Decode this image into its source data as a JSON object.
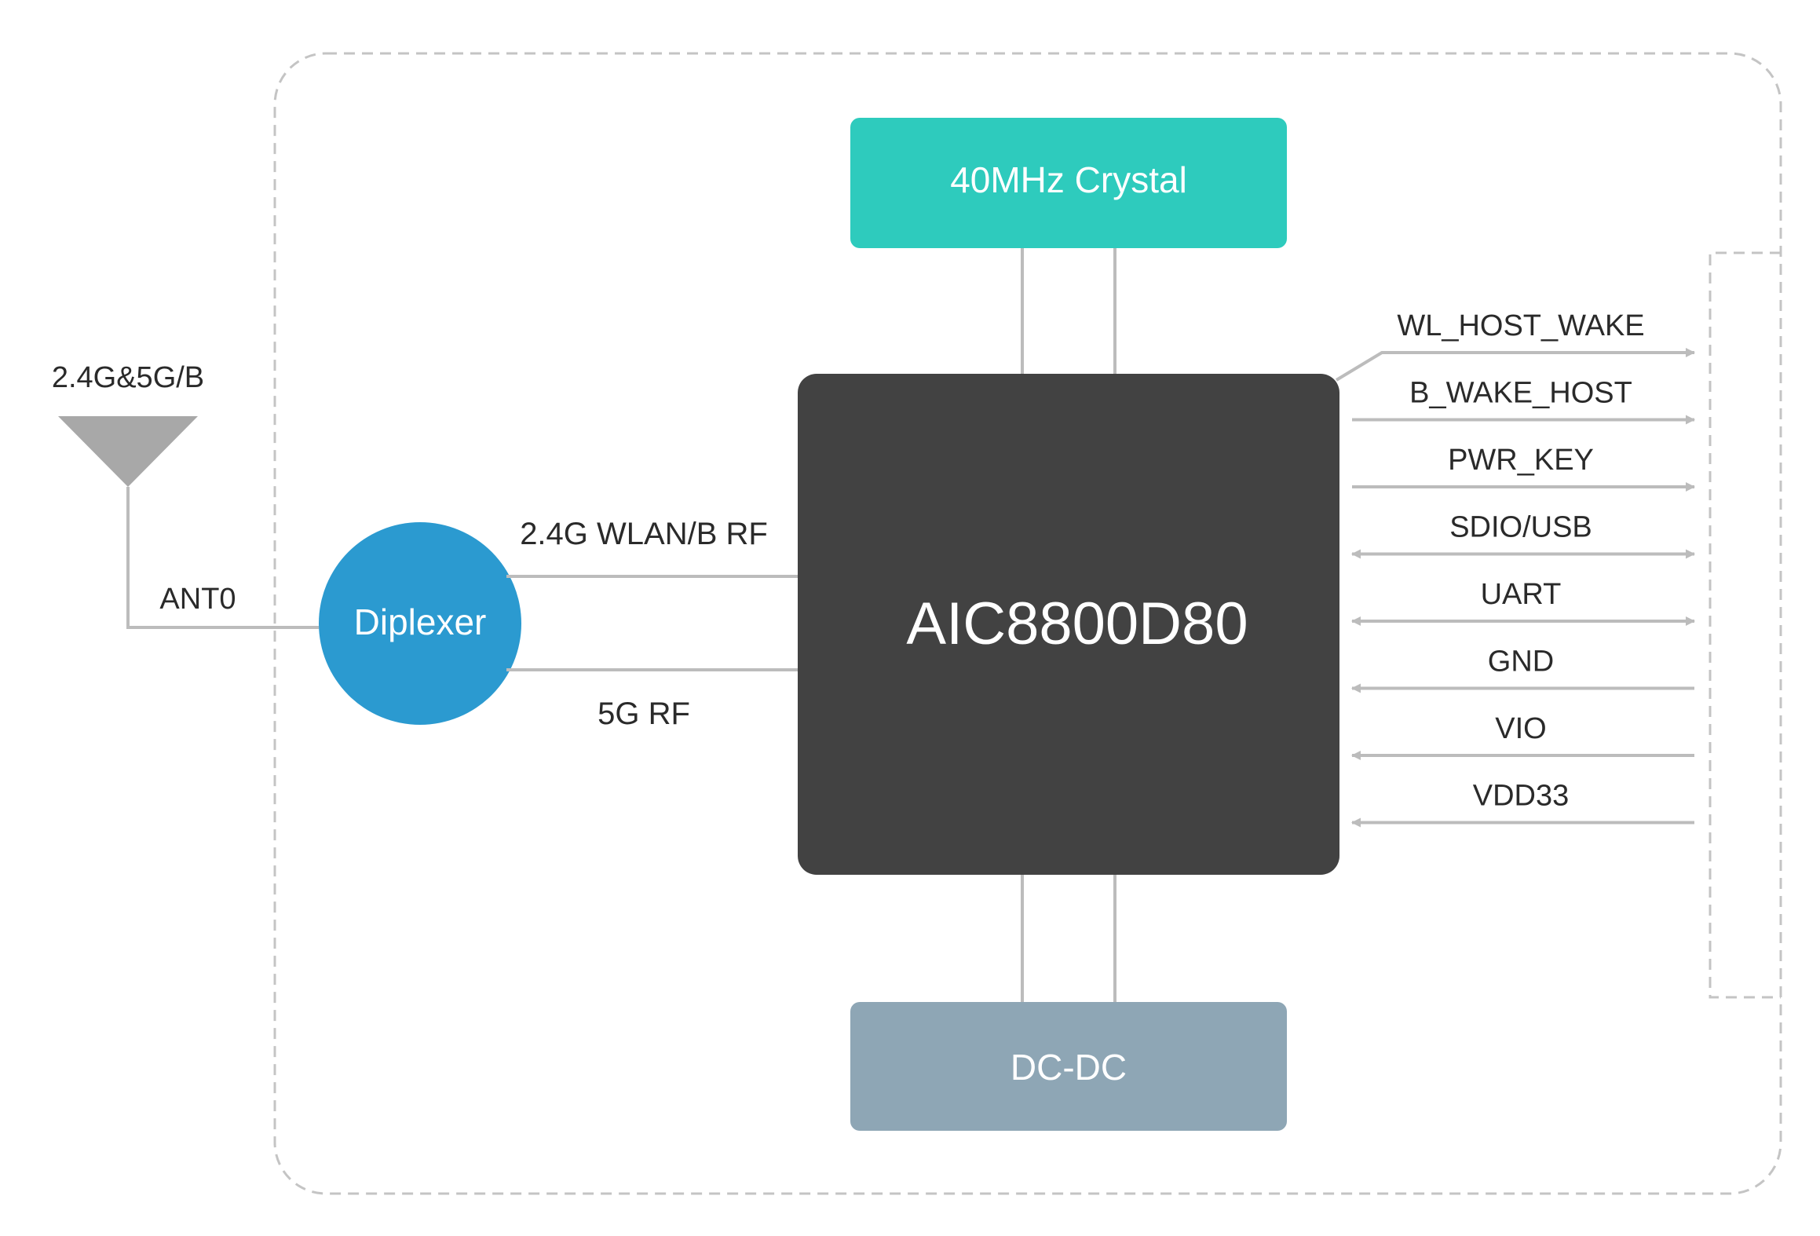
{
  "antenna": {
    "band_label": "2.4G&5G/B",
    "port_label": "ANT0"
  },
  "diplexer": {
    "label": "Diplexer"
  },
  "rf_links": {
    "wlan_label": "2.4G WLAN/B RF",
    "fiveg_label": "5G RF"
  },
  "chip": {
    "label": "AIC8800D80"
  },
  "crystal": {
    "label": "40MHz Crystal"
  },
  "power": {
    "label": "DC-DC"
  },
  "signals": [
    {
      "label": "WL_HOST_WAKE",
      "direction": "out"
    },
    {
      "label": "B_WAKE_HOST",
      "direction": "out"
    },
    {
      "label": "PWR_KEY",
      "direction": "out"
    },
    {
      "label": "SDIO/USB",
      "direction": "both"
    },
    {
      "label": "UART",
      "direction": "both"
    },
    {
      "label": "GND",
      "direction": "in"
    },
    {
      "label": "VIO",
      "direction": "in"
    },
    {
      "label": "VDD33",
      "direction": "in"
    }
  ],
  "colors": {
    "crystal": "#2ecbbd",
    "chip": "#424242",
    "diplexer": "#2b9ad0",
    "dcdc": "#8ea6b5",
    "line": "#bcbcbc",
    "antenna": "#a8a8a8",
    "dashed": "#c4c4c4"
  }
}
